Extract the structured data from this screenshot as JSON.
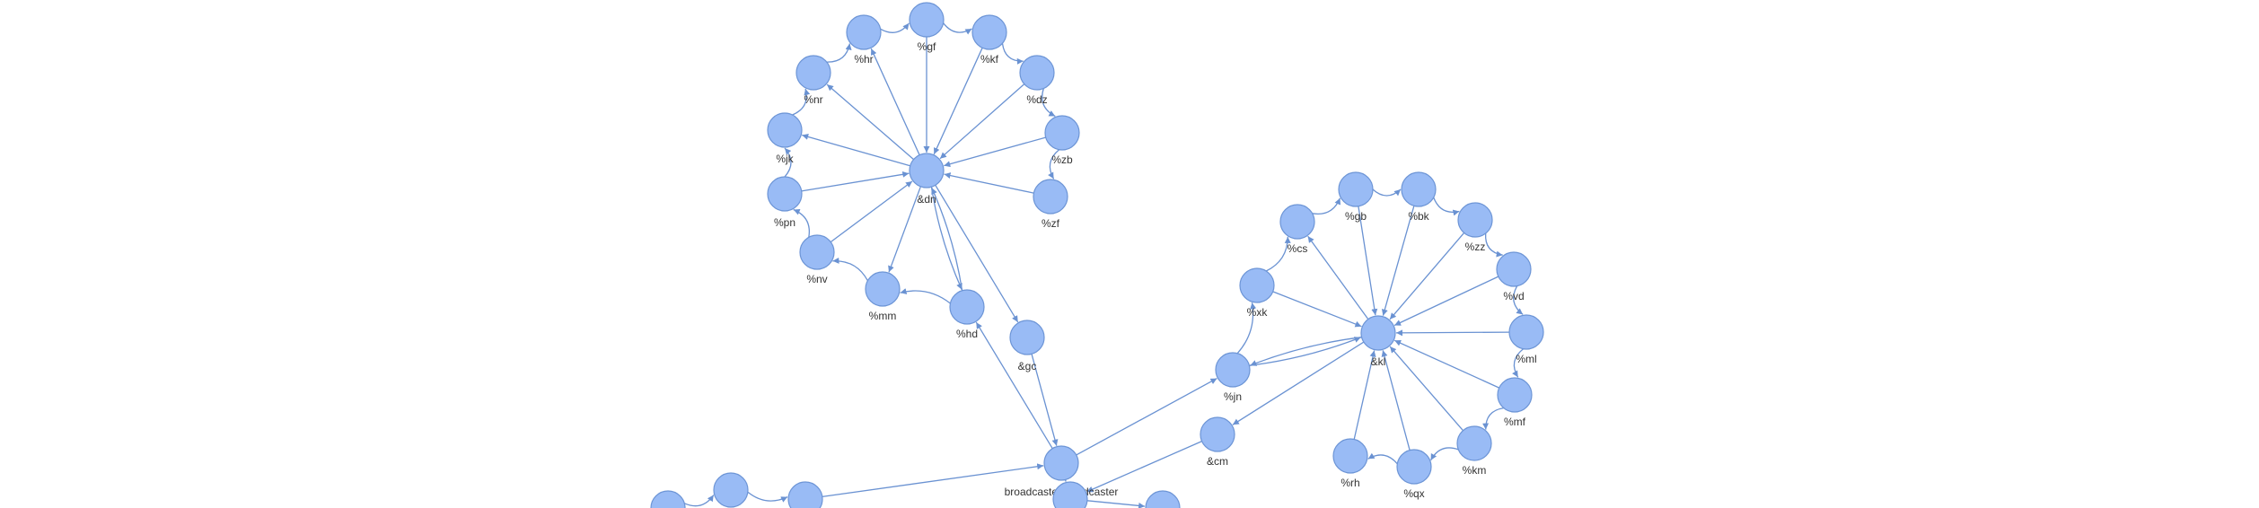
{
  "colors": {
    "node_fill": "#99bbf5",
    "node_stroke": "#6d95d6",
    "edge": "#6a92d2",
    "label": "#333333",
    "background": "#ffffff"
  },
  "nodes": [
    {
      "id": "dn",
      "label": "&dn"
    },
    {
      "id": "hr",
      "label": "%hr"
    },
    {
      "id": "gf",
      "label": "%gf"
    },
    {
      "id": "kf",
      "label": "%kf"
    },
    {
      "id": "dz",
      "label": "%dz"
    },
    {
      "id": "zb",
      "label": "%zb"
    },
    {
      "id": "zf",
      "label": "%zf"
    },
    {
      "id": "nr",
      "label": "%nr"
    },
    {
      "id": "jk",
      "label": "%jk"
    },
    {
      "id": "pn",
      "label": "%pn"
    },
    {
      "id": "nv",
      "label": "%nv"
    },
    {
      "id": "mm",
      "label": "%mm"
    },
    {
      "id": "hd",
      "label": "%hd"
    },
    {
      "id": "gc",
      "label": "&gc"
    },
    {
      "id": "kl",
      "label": "&kl"
    },
    {
      "id": "gb",
      "label": "%gb"
    },
    {
      "id": "bk",
      "label": "%bk"
    },
    {
      "id": "cs",
      "label": "%cs"
    },
    {
      "id": "zz",
      "label": "%zz"
    },
    {
      "id": "vd",
      "label": "%vd"
    },
    {
      "id": "xk",
      "label": "%xk"
    },
    {
      "id": "ml",
      "label": "%ml"
    },
    {
      "id": "jn",
      "label": "%jn"
    },
    {
      "id": "mf",
      "label": "%mf"
    },
    {
      "id": "km",
      "label": "%km"
    },
    {
      "id": "cm",
      "label": "&cm"
    },
    {
      "id": "rh",
      "label": "%rh"
    },
    {
      "id": "qx",
      "label": "%qx"
    },
    {
      "id": "bc",
      "label": "broadcasterbroadcaster"
    },
    {
      "id": "b2",
      "label": ""
    },
    {
      "id": "b3",
      "label": ""
    },
    {
      "id": "bl1",
      "label": ""
    },
    {
      "id": "bl2",
      "label": ""
    },
    {
      "id": "bl3",
      "label": ""
    }
  ],
  "edges": [
    {
      "from": "gf",
      "to": "dn"
    },
    {
      "from": "kf",
      "to": "dn"
    },
    {
      "from": "dz",
      "to": "dn"
    },
    {
      "from": "zb",
      "to": "dn"
    },
    {
      "from": "zf",
      "to": "dn"
    },
    {
      "from": "dn",
      "to": "hr"
    },
    {
      "from": "dn",
      "to": "nr"
    },
    {
      "from": "dn",
      "to": "jk"
    },
    {
      "from": "pn",
      "to": "dn"
    },
    {
      "from": "nv",
      "to": "dn"
    },
    {
      "from": "dn",
      "to": "mm"
    },
    {
      "from": "dn",
      "to": "hd"
    },
    {
      "from": "hd",
      "to": "dn"
    },
    {
      "from": "dn",
      "to": "gc"
    },
    {
      "from": "hr",
      "to": "gf"
    },
    {
      "from": "gf",
      "to": "kf"
    },
    {
      "from": "kf",
      "to": "dz"
    },
    {
      "from": "dz",
      "to": "zb"
    },
    {
      "from": "zb",
      "to": "zf"
    },
    {
      "from": "nr",
      "to": "hr"
    },
    {
      "from": "jk",
      "to": "nr"
    },
    {
      "from": "pn",
      "to": "jk"
    },
    {
      "from": "nv",
      "to": "pn"
    },
    {
      "from": "mm",
      "to": "nv"
    },
    {
      "from": "hd",
      "to": "mm"
    },
    {
      "from": "bc",
      "to": "hd"
    },
    {
      "from": "gc",
      "to": "bc"
    },
    {
      "from": "bc",
      "to": "jn"
    },
    {
      "from": "gb",
      "to": "kl"
    },
    {
      "from": "bk",
      "to": "kl"
    },
    {
      "from": "zz",
      "to": "kl"
    },
    {
      "from": "vd",
      "to": "kl"
    },
    {
      "from": "ml",
      "to": "kl"
    },
    {
      "from": "mf",
      "to": "kl"
    },
    {
      "from": "km",
      "to": "kl"
    },
    {
      "from": "qx",
      "to": "kl"
    },
    {
      "from": "rh",
      "to": "kl"
    },
    {
      "from": "xk",
      "to": "kl"
    },
    {
      "from": "kl",
      "to": "cs"
    },
    {
      "from": "kl",
      "to": "jn"
    },
    {
      "from": "jn",
      "to": "kl"
    },
    {
      "from": "kl",
      "to": "cm"
    },
    {
      "from": "cs",
      "to": "gb"
    },
    {
      "from": "gb",
      "to": "bk"
    },
    {
      "from": "bk",
      "to": "zz"
    },
    {
      "from": "zz",
      "to": "vd"
    },
    {
      "from": "vd",
      "to": "ml"
    },
    {
      "from": "ml",
      "to": "mf"
    },
    {
      "from": "mf",
      "to": "km"
    },
    {
      "from": "km",
      "to": "qx"
    },
    {
      "from": "qx",
      "to": "rh"
    },
    {
      "from": "xk",
      "to": "cs"
    },
    {
      "from": "jn",
      "to": "xk"
    },
    {
      "from": "cm",
      "to": "b2"
    },
    {
      "from": "b2",
      "to": "b3"
    },
    {
      "from": "bc",
      "to": "b2"
    },
    {
      "from": "bl1",
      "to": "bl2"
    },
    {
      "from": "bl2",
      "to": "bl3"
    },
    {
      "from": "bl3",
      "to": "bc"
    }
  ]
}
